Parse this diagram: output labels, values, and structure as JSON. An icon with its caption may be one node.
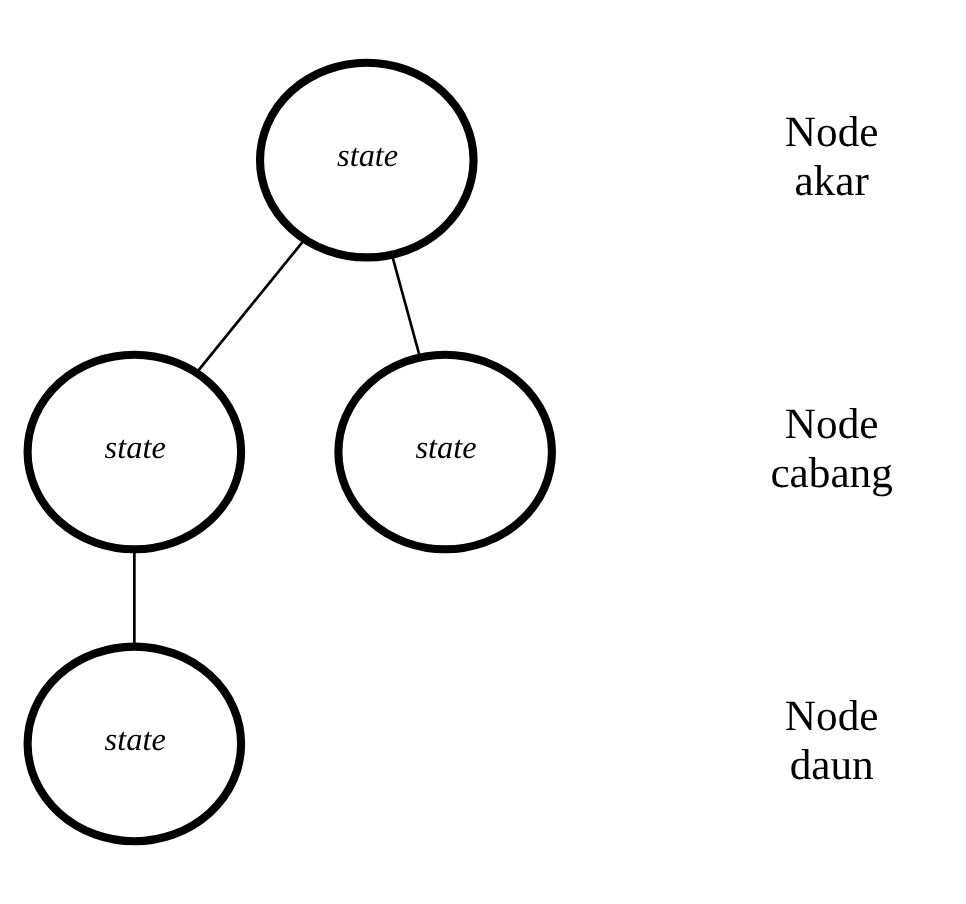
{
  "diagram": {
    "nodes": [
      {
        "text": [
          "state"
        ]
      },
      {
        "text": [
          "state"
        ]
      },
      {
        "text": [
          "state"
        ]
      },
      {
        "text": [
          "state"
        ]
      }
    ],
    "edges": [
      {
        "from": 0,
        "to": 1,
        "arrow": "none"
      },
      {
        "from": 0,
        "to": 2,
        "arrow": "none"
      },
      {
        "from": 1,
        "to": 3,
        "arrow": "none"
      }
    ],
    "labels": [
      "Node akar",
      "Node cabang",
      "Node daun"
    ]
  }
}
